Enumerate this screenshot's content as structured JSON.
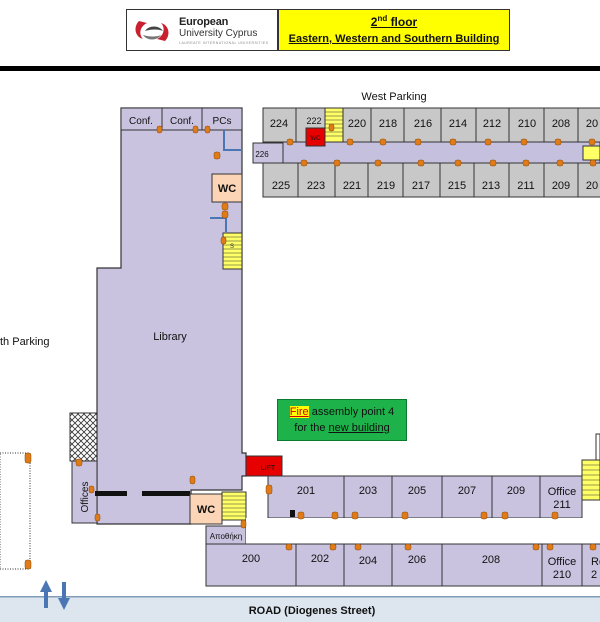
{
  "header": {
    "floor_number": "2",
    "floor_suffix": "nd",
    "floor_word": "floor",
    "building": "Eastern, Western and Southern Building"
  },
  "logo": {
    "name_line1": "European",
    "name_line2": "University Cyprus",
    "tagline": "LAUREATE INTERNATIONAL UNIVERSITIES"
  },
  "labels": {
    "west_parking": "West Parking",
    "north_parking_partial": "th Parking",
    "library": "Library",
    "road": "ROAD (Diogenes Street)",
    "storage": "Αποθήκη",
    "offices": "Offices",
    "lift": "LIFT"
  },
  "fire_assembly": {
    "word_fire": "Fire",
    "line1_rest": " assembly point 4",
    "line2_prefix": "for the ",
    "line2_underlined": "new building"
  },
  "west_top_rooms": [
    "224",
    "222",
    "220",
    "218",
    "216",
    "214",
    "212",
    "210",
    "208",
    "20"
  ],
  "west_bottom_rooms": [
    "225",
    "223",
    "221",
    "219",
    "217",
    "215",
    "213",
    "211",
    "209",
    "20"
  ],
  "west_small_room": "226",
  "west_red_label": "WC",
  "library_top_rooms": [
    "Conf.",
    "Conf.",
    "PCs"
  ],
  "wc_label": "WC",
  "south_upper_rooms": [
    "201",
    "203",
    "205",
    "207",
    "209"
  ],
  "south_upper_office": {
    "line1": "Office",
    "line2": "211"
  },
  "south_lower_rooms": [
    "200",
    "202",
    "204",
    "206",
    "208"
  ],
  "south_lower_office": {
    "line1": "Office",
    "line2": "210"
  },
  "south_lower_partial": {
    "line1": "Ro",
    "line2": "2"
  },
  "colors": {
    "room_fill": "#c9c3e0",
    "room_gray": "#c8c8c8",
    "corridor": "#c5c0de",
    "stair_yellow": "#ffff66",
    "wc_fill": "#fbd5b5",
    "fire_green": "#1db34a",
    "lift_red": "#e60000",
    "door_orange": "#e07b1a"
  }
}
